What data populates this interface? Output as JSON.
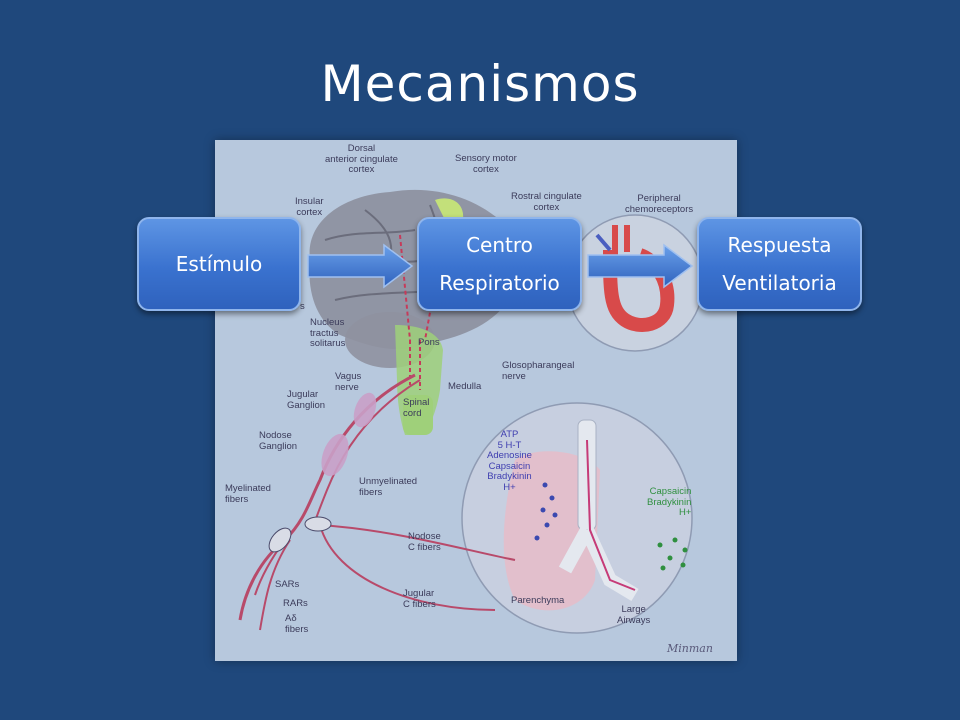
{
  "slide": {
    "title": "Mecanismos"
  },
  "flow": {
    "stimulus": "Estímulo",
    "center_line1": "Centro",
    "center_line2": "Respiratorio",
    "response_line1": "Respuesta",
    "response_line2": "Ventilatoria"
  },
  "figure": {
    "labels": {
      "dorsal_acc": "Dorsal\nanterior cingulate\ncortex",
      "sensory_motor": "Sensory motor\ncortex",
      "insular": "Insular\ncortex",
      "rostral_cingulate": "Rostral cingulate\ncortex",
      "peripheral_chemo": "Peripheral\nchemoreceptors",
      "nucleus": "Nucleus\ntractus\nsolitarus",
      "pons": "Pons",
      "vagus": "Vagus\nnerve",
      "glossopharyngeal": "Glosopharangeal\nnerve",
      "medulla": "Medulla",
      "jugular_ganglion": "Jugular\nGanglion",
      "spinal": "Spinal\ncord",
      "nodose_ganglion": "Nodose\nGanglion",
      "myelinated": "Myelinated\nfibers",
      "unmyelinated": "Unmyelinated\nfibers",
      "nodose_c": "Nodose\nC fibers",
      "jugular_c": "Jugular\nC fibers",
      "sars": "SARs",
      "rars": "RARs",
      "ad_fibers": "Aδ\nfibers",
      "mediators_blue": "ATP\n5 H-T\nAdenosine\nCapsaicin\nBradykinin\nH+",
      "mediators_green": "Capsaicin\nBradykinin\nH+",
      "parenchyma": "Parenchyma",
      "large_airways": "Large\nAirways",
      "signature": "Minman",
      "s_fragment": "s"
    }
  }
}
